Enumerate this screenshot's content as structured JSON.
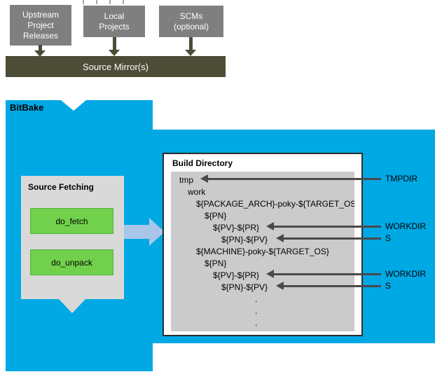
{
  "upstream_sources": [
    {
      "label": "Upstream\nProject\nReleases"
    },
    {
      "label": "Local\nProjects"
    },
    {
      "label": "SCMs\n(optional)"
    }
  ],
  "source_mirror": {
    "label": "Source Mirror(s)"
  },
  "bitbake": {
    "label": "BitBake",
    "source_fetching": {
      "title": "Source Fetching",
      "tasks": [
        "do_fetch",
        "do_unpack"
      ]
    }
  },
  "build_directory": {
    "title": "Build Directory",
    "tree": [
      {
        "indent": 0,
        "text": "tmp"
      },
      {
        "indent": 1,
        "text": "work"
      },
      {
        "indent": 2,
        "text": "${PACKAGE_ARCH}-poky-${TARGET_OS}"
      },
      {
        "indent": 3,
        "text": "${PN}"
      },
      {
        "indent": 4,
        "text": "${PV}-${PR}"
      },
      {
        "indent": 5,
        "text": "${PN}-${PV}"
      },
      {
        "indent": 2,
        "text": "${MACHINE}-poky-${TARGET_OS}"
      },
      {
        "indent": 3,
        "text": "${PN}"
      },
      {
        "indent": 4,
        "text": "${PV}-${PR}"
      },
      {
        "indent": 5,
        "text": "${PN}-${PV}"
      },
      {
        "indent": 9,
        "text": "."
      },
      {
        "indent": 9,
        "text": "."
      },
      {
        "indent": 9,
        "text": "."
      }
    ]
  },
  "annotations": [
    {
      "label": "TMPDIR"
    },
    {
      "label": "WORKDIR"
    },
    {
      "label": "S"
    },
    {
      "label": "WORKDIR"
    },
    {
      "label": "S"
    }
  ],
  "colors": {
    "bitbake_blue": "#00a8e4",
    "mirror_olive": "#4d4c37",
    "source_gray": "#7f7f7f",
    "task_green": "#71d14c",
    "panel_gray": "#cbcbcb",
    "box_gray": "#d9d9d9",
    "arrow_dark": "#4a4a4a",
    "flow_arrow_blue": "#a9c6e8"
  }
}
